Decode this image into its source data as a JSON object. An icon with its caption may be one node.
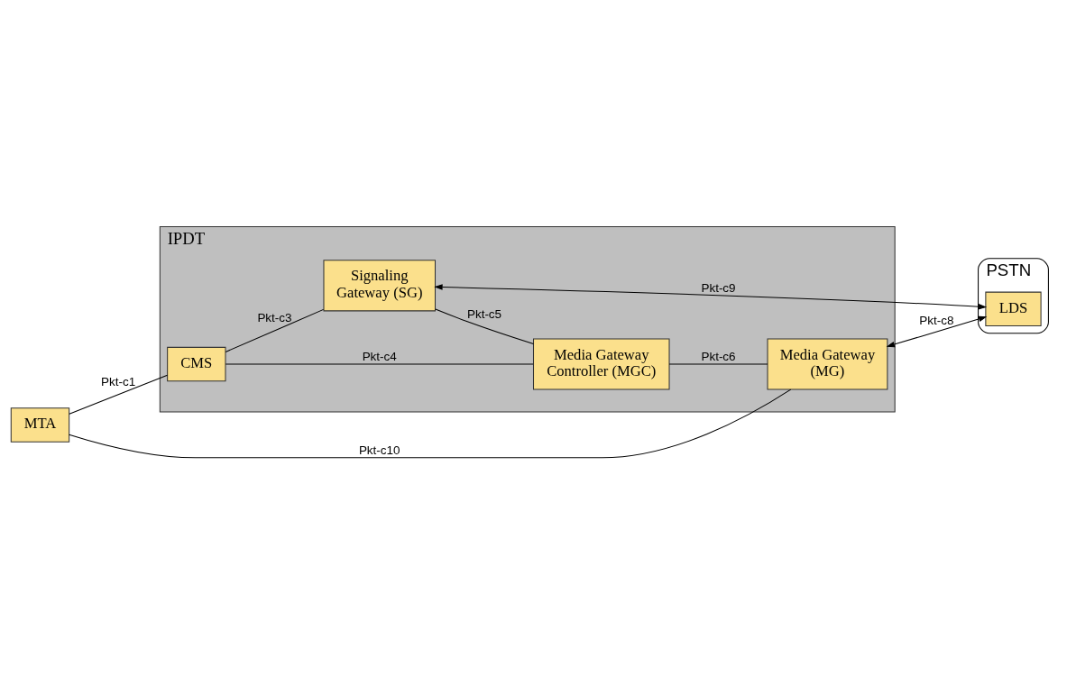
{
  "diagram": {
    "nodes": [
      {
        "text": [
          "IPDT"
        ]
      },
      {
        "text": [
          "Signaling Gateway (SG)"
        ],
        "in": 0
      },
      {
        "text": [
          "MTA"
        ]
      },
      {
        "text": [
          "CMS"
        ],
        "in": 0
      },
      {
        "text": [
          "Media Gateway Controller (MGC)"
        ],
        "in": 0
      },
      {
        "text": [
          "PSTN"
        ]
      },
      {
        "text": [
          "LDS"
        ],
        "in": 5
      },
      {
        "text": [
          "Media Gateway (MG)"
        ],
        "in": 0
      }
    ],
    "edges": [
      {
        "from": 2,
        "to": 3,
        "arrow": "none",
        "label": "Pkt-c1"
      },
      {
        "from": 3,
        "to": 1,
        "arrow": "none",
        "label": "Pkt-c3"
      },
      {
        "from": 3,
        "to": 4,
        "arrow": "none",
        "label": "Pkt-c4"
      },
      {
        "from": 1,
        "to": 4,
        "arrow": "none",
        "label": "Pkt-c5"
      },
      {
        "from": 4,
        "to": 7,
        "arrow": "none",
        "label": "Pkt-c6"
      },
      {
        "from": 2,
        "to": 7,
        "arrow": "none",
        "label": "Pkt-c10"
      },
      {
        "from": 1,
        "to": 6,
        "arrow": "both",
        "label": "Pkt-c9"
      },
      {
        "from": 7,
        "to": 6,
        "arrow": "both",
        "label": "Pkt-c8"
      }
    ]
  }
}
